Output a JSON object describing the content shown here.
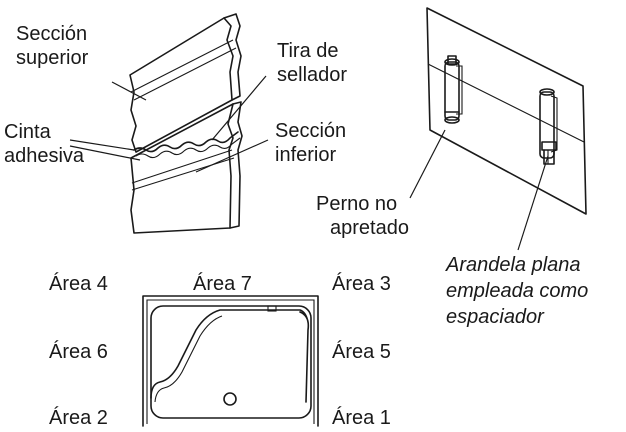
{
  "labels": {
    "seccion_superior": [
      "Sección",
      "superior"
    ],
    "tira_de_sellador": [
      "Tira de",
      "sellador"
    ],
    "cinta_adhesiva": [
      "Cinta",
      "adhesiva"
    ],
    "seccion_inferior": [
      "Sección",
      "inferior"
    ],
    "perno_no_apretado": [
      "Perno no",
      "apretado"
    ],
    "arandela_plana": [
      "Arandela plana",
      "empleada como",
      "espaciador"
    ]
  },
  "areas": {
    "area_1": "Área 1",
    "area_2": "Área 2",
    "area_3": "Área 3",
    "area_4": "Área 4",
    "area_5": "Área 5",
    "area_6": "Área 6",
    "area_7": "Área 7"
  }
}
